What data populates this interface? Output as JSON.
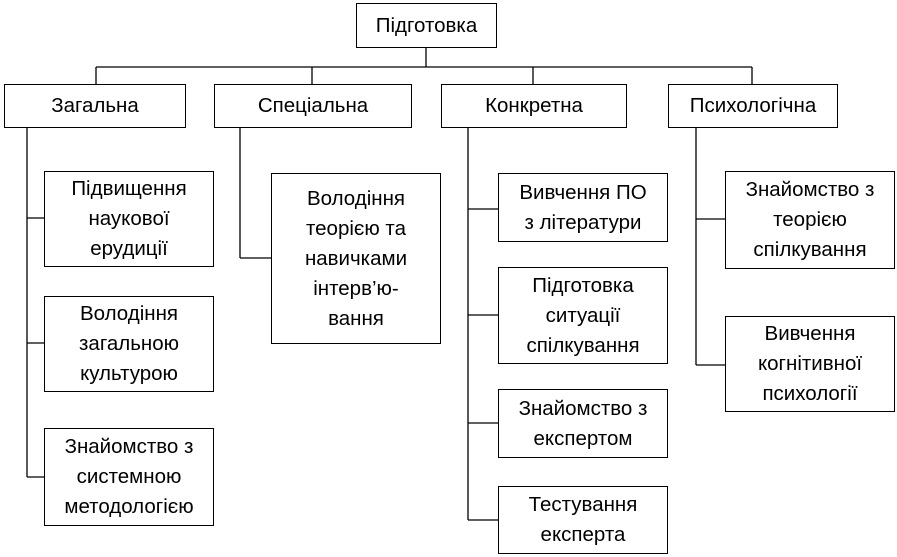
{
  "root": {
    "label": "Підготовка"
  },
  "categories": [
    {
      "label": "Загальна",
      "items": [
        "Підвищення\nнаукової\nерудиції",
        "Володіння\nзагальною\nкультурою",
        "Знайомство з\nсистемною\nметодологією"
      ]
    },
    {
      "label": "Спеціальна",
      "items": [
        "Володіння\nтеорією та\nнавичками\nінтерв’ю-\nвання"
      ]
    },
    {
      "label": "Конкретна",
      "items": [
        "Вивчення ПО\nз літератури",
        "Підготовка\nситуації\nспілкування",
        "Знайомство з\nекспертом",
        "Тестування\nексперта"
      ]
    },
    {
      "label": "Психологічна",
      "items": [
        "Знайомство з\nтеорією\nспілкування",
        "Вивчення\nкогнітивної\nпсихології"
      ]
    }
  ]
}
